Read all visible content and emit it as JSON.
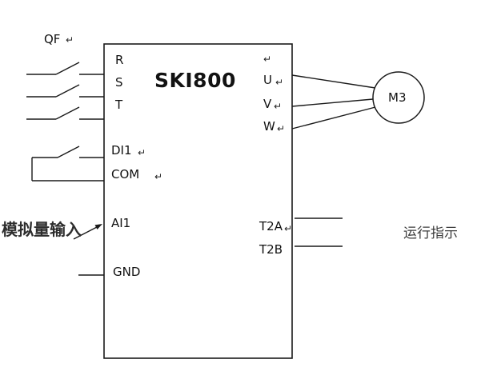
{
  "inverter": {
    "model": "SKI800",
    "left_terminals": [
      "R",
      "S",
      "T",
      "DI1",
      "COM",
      "AI1",
      "GND"
    ],
    "right_terminals": [
      "U",
      "V",
      "W",
      "T2A",
      "T2B"
    ]
  },
  "breaker": {
    "label": "QF"
  },
  "motor": {
    "label": "M3"
  },
  "annotations": {
    "analog_input": "模拟量输入",
    "run_indicator": "运行指示"
  },
  "marks": {
    "paragraph_return": "↵"
  }
}
